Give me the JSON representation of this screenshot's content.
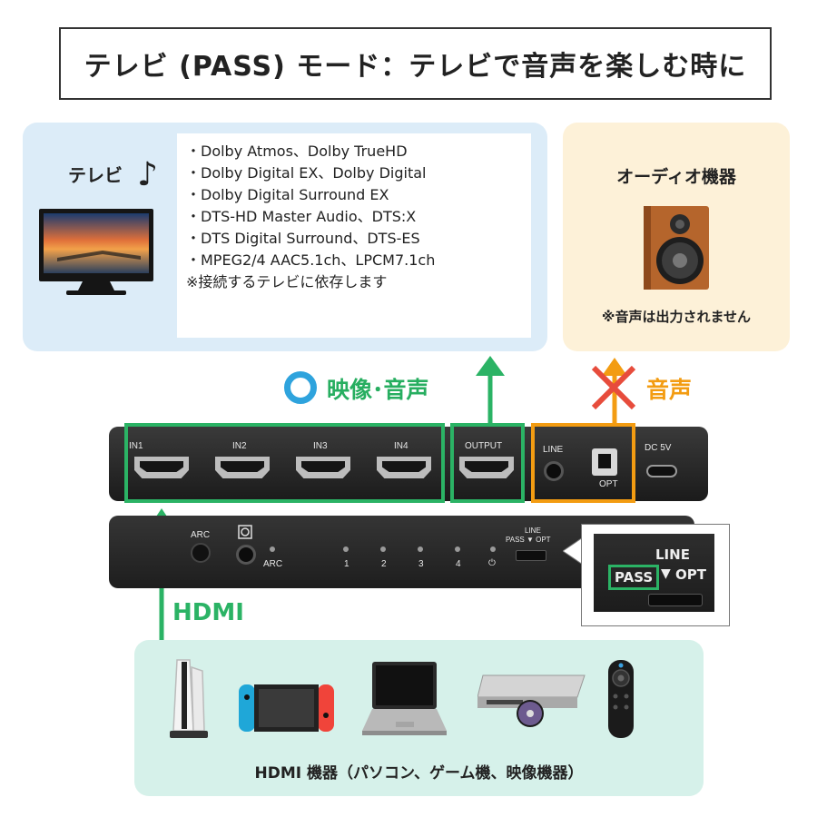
{
  "title": "テレビ (PASS) モード：テレビで音声を楽しむ時に",
  "tv": {
    "label": "テレビ",
    "note_icon": "♪",
    "formats": [
      "・Dolby Atmos、Dolby TrueHD",
      "・Dolby Digital EX、Dolby Digital",
      "・Dolby Digital Surround EX",
      "・DTS-HD Master Audio、DTS:X",
      "・DTS Digital Surround、DTS-ES",
      "・MPEG2/4 AAC5.1ch、LPCM7.1ch"
    ],
    "note": "※接続するテレビに依存します"
  },
  "audio": {
    "title": "オーディオ機器",
    "note": "※音声は出力されません"
  },
  "flow": {
    "video_audio": "映像･音声",
    "audio": "音声",
    "hdmi": "HDMI"
  },
  "device": {
    "inputs": [
      "IN1",
      "IN2",
      "IN3",
      "IN4"
    ],
    "output": "OUTPUT",
    "line": "LINE",
    "opt": "OPT",
    "dc": "DC 5V",
    "arc_button": "ARC",
    "arc_led": "ARC",
    "led_numbers": [
      "1",
      "2",
      "3",
      "4"
    ],
    "power_symbol": "⏻",
    "switch_line": "LINE",
    "switch_modes": "PASS ▼ OPT"
  },
  "zoom": {
    "line": "LINE",
    "pass": "PASS",
    "arrow": "▼",
    "opt": "OPT"
  },
  "sources": {
    "label": "HDMI 機器（パソコン、ゲーム機、映像機器）"
  },
  "colors": {
    "green": "#2bb365",
    "orange": "#f39c12",
    "blue": "#2ea3dd",
    "tv_bg": "#dcecf8",
    "audio_bg": "#fdf1d8",
    "sources_bg": "#d6f1ea"
  }
}
